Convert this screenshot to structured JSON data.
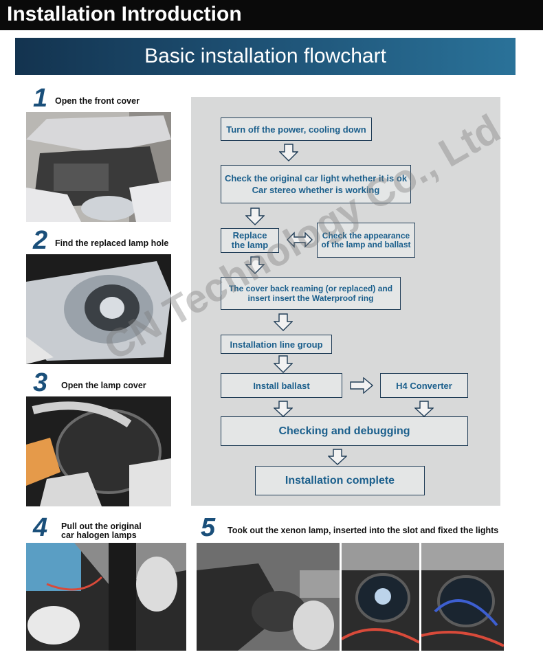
{
  "header": {
    "title": "Installation Introduction"
  },
  "banner": {
    "title": "Basic installation flowchart"
  },
  "steps": [
    {
      "number": "1",
      "label": "Open the front cover"
    },
    {
      "number": "2",
      "label": "Find the replaced lamp hole"
    },
    {
      "number": "3",
      "label": "Open the lamp cover"
    },
    {
      "number": "4",
      "label": "Pull out the original\ncar halogen lamps"
    },
    {
      "number": "5",
      "label": "Took out the xenon lamp, inserted into the slot and fixed the lights"
    }
  ],
  "flowchart": {
    "power_off": "Turn off the power, cooling down",
    "check_light": "Check the original car light whether it is ok\nCar stereo whether is working",
    "replace_lamp": "Replace\nthe lamp",
    "check_appearance": "Check the appearance\nof the lamp and ballast",
    "cover_back": "The cover back reaming (or replaced) and\ninsert insert the Waterproof ring",
    "line_group": "Installation line group",
    "install_ballast": "Install ballast",
    "h4_converter": "H4 Converter",
    "checking": "Checking and debugging",
    "complete": "Installation complete"
  },
  "watermark": {
    "text": "CN Technology Co., Ltd"
  },
  "colors": {
    "header_bg": "#0a0a0a",
    "banner_blue": "#1d4f72",
    "step_blue": "#1a4f7a",
    "flow_text": "#1b5f8c",
    "panel_bg": "#d8d9d9"
  }
}
